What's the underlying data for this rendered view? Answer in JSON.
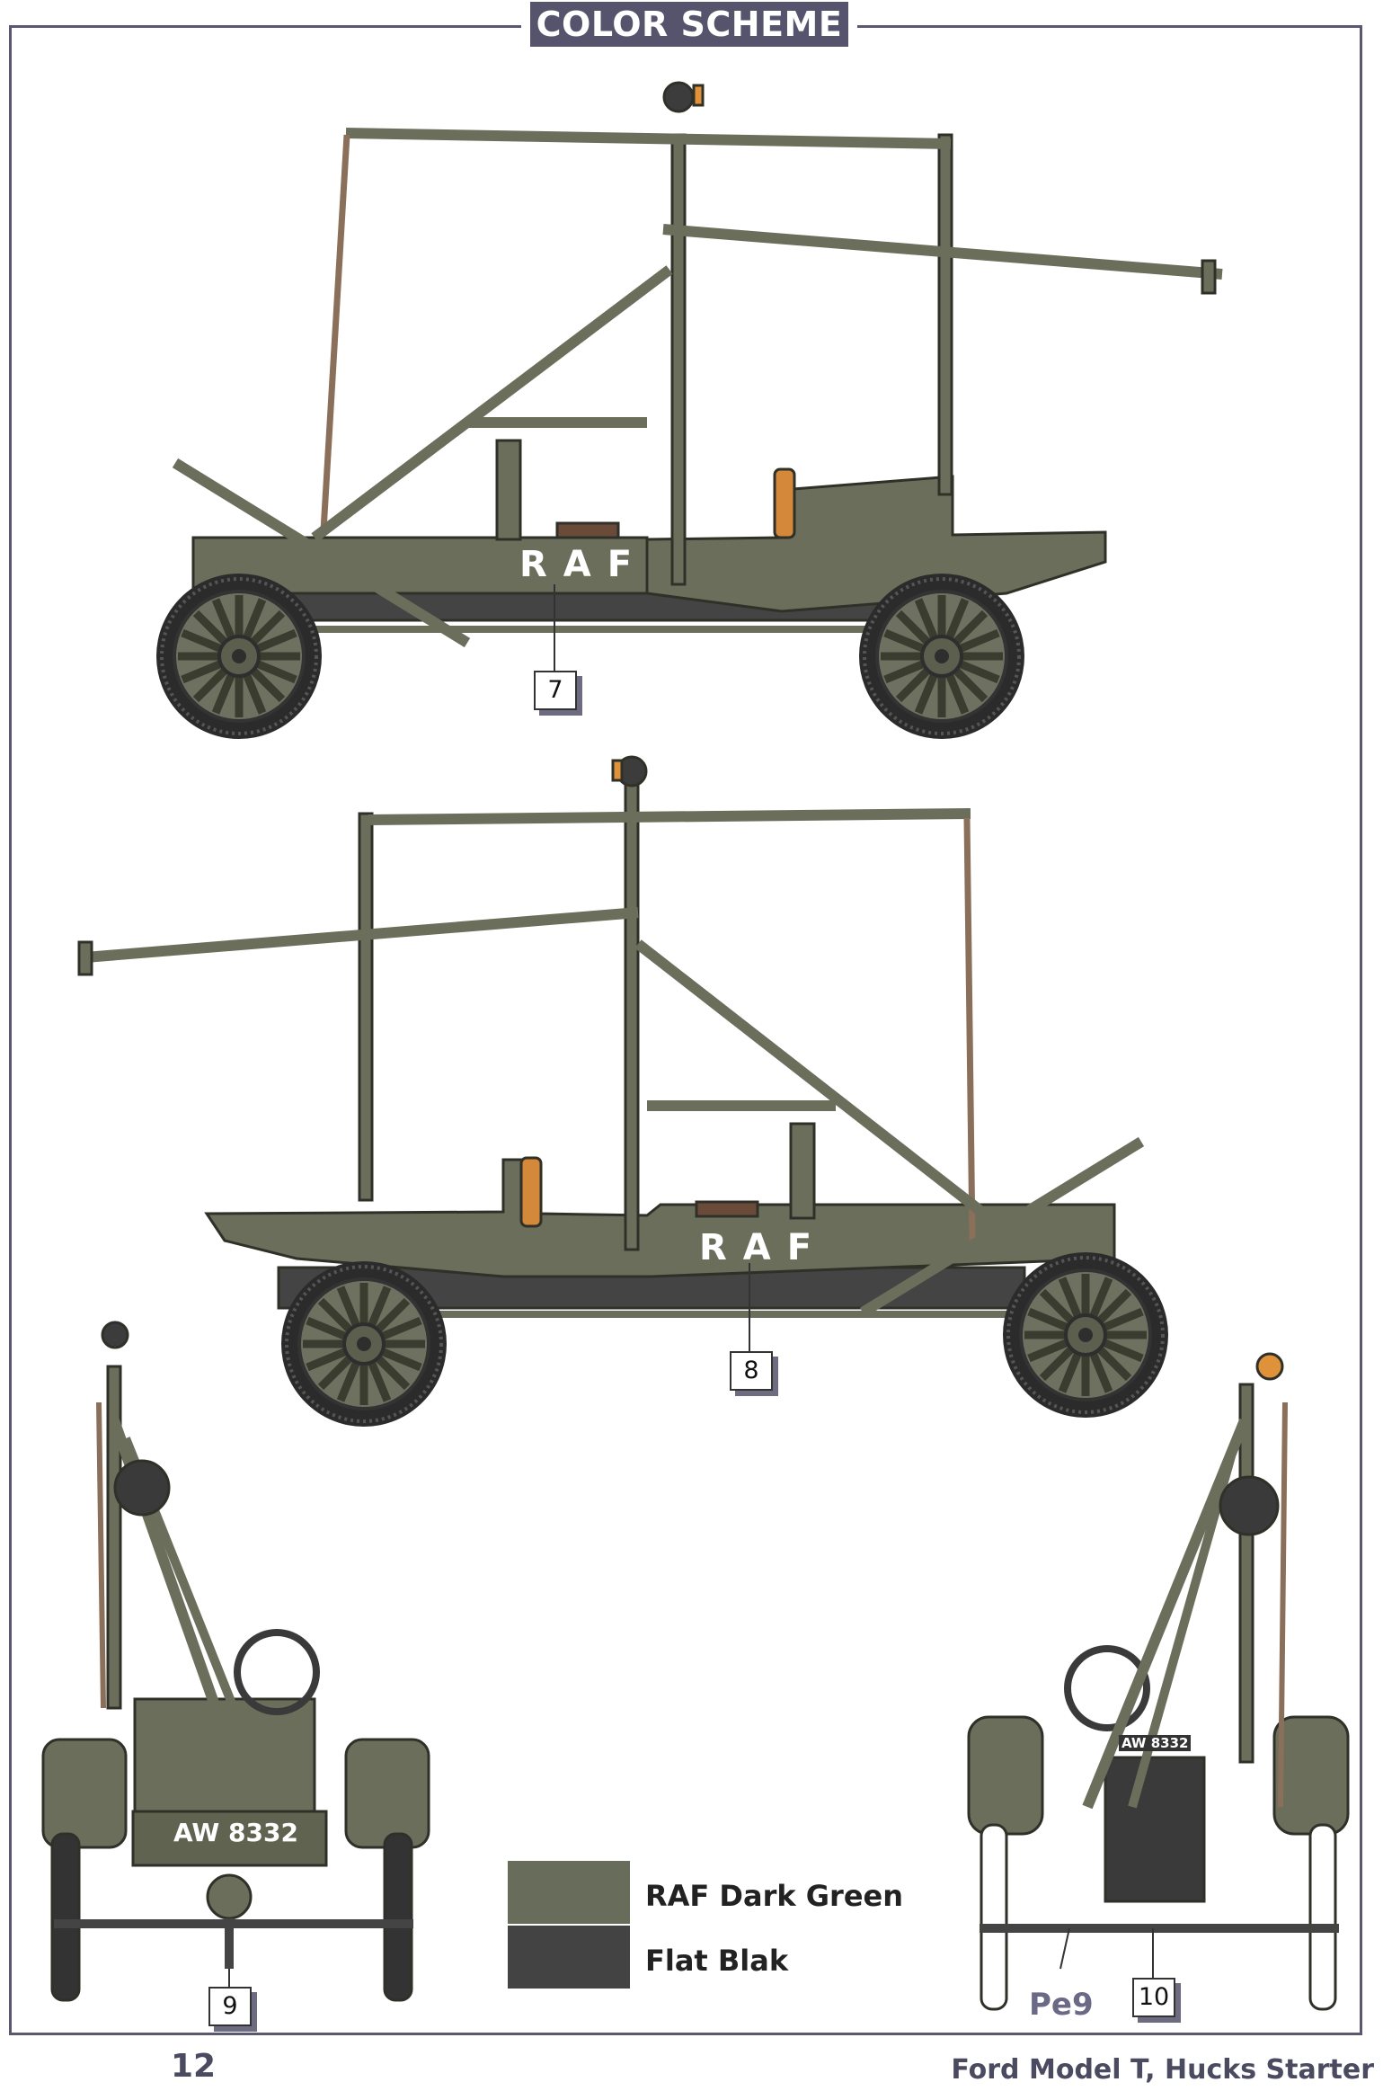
{
  "header": {
    "title": "COLOR SCHEME"
  },
  "markings": {
    "roundel_text": "RAF",
    "registration": "AW 8332"
  },
  "callouts": [
    "7",
    "8",
    "9",
    "10"
  ],
  "paint_code": "Pe9",
  "legend": [
    {
      "label": "RAF Dark Green",
      "color": "#686c5a"
    },
    {
      "label": "Flat Blak",
      "color": "#434343"
    }
  ],
  "footer": {
    "page_number": "12",
    "title": "Ford Model T, Hucks Starter"
  }
}
